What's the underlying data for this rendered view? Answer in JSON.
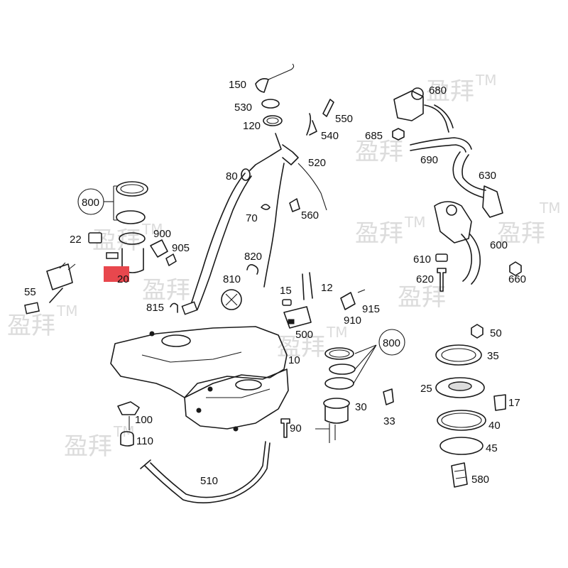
{
  "watermark": {
    "text": "盈拜",
    "tm": "TM"
  },
  "highlight_color": "#e8474d",
  "labels": {
    "p150": "150",
    "p530": "530",
    "p120": "120",
    "p550": "550",
    "p540": "540",
    "p520": "520",
    "p80": "80",
    "p70": "70",
    "p560": "560",
    "p680": "680",
    "p685": "685",
    "p690": "690",
    "p630": "630",
    "p600": "600",
    "p610": "610",
    "p620": "620",
    "p660": "660",
    "p800a": "800",
    "p900": "900",
    "p905": "905",
    "p22": "22",
    "p20": "20",
    "p55": "55",
    "p820": "820",
    "p810": "810",
    "p815": "815",
    "p15": "15",
    "p12": "12",
    "p915": "915",
    "p910": "910",
    "p500": "500",
    "p10": "10",
    "p800b": "800",
    "p30": "30",
    "p33": "33",
    "p50": "50",
    "p35": "35",
    "p25": "25",
    "p17": "17",
    "p40": "40",
    "p45": "45",
    "p580": "580",
    "p100": "100",
    "p110": "110",
    "p90": "90",
    "p510": "510"
  }
}
